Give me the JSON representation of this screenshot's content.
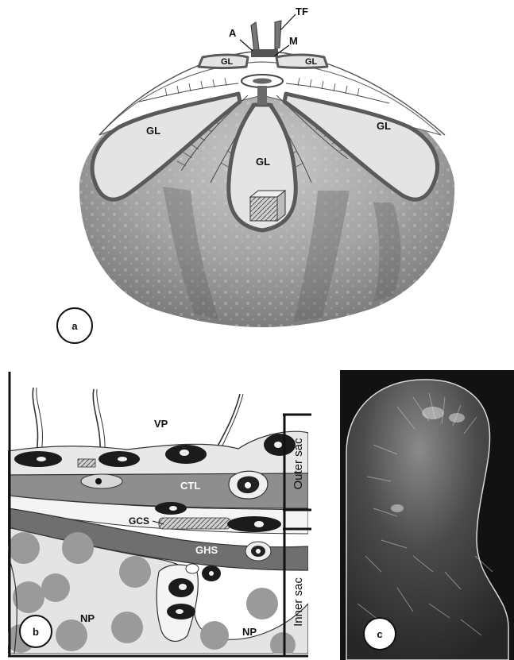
{
  "panel_a": {
    "badge": "a",
    "labels": {
      "tf": "TF",
      "a": "A",
      "m": "M",
      "gl_top_left": "GL",
      "gl_top_right": "GL",
      "gl_left": "GL",
      "gl_center": "GL",
      "gl_right": "GL"
    }
  },
  "panel_b": {
    "badge": "b",
    "labels": {
      "vp": "VP",
      "ctl": "CTL",
      "gcs": "GCS",
      "ghs": "GHS",
      "np_left": "NP",
      "np_right": "NP",
      "outer_sac": "Outer sac",
      "inner_sac": "Inner sac"
    }
  },
  "panel_c": {
    "badge": "c"
  },
  "colors": {
    "gonad_fill": "#e6e6e6",
    "gonad_outline": "#5a5a5a",
    "test_body": "#9a9a9a",
    "ctl_band": "#8e8e8e",
    "ghs_band": "#6f6f6f",
    "np_circles": "#9a9a9a",
    "micrograph_bg": "#121212"
  }
}
